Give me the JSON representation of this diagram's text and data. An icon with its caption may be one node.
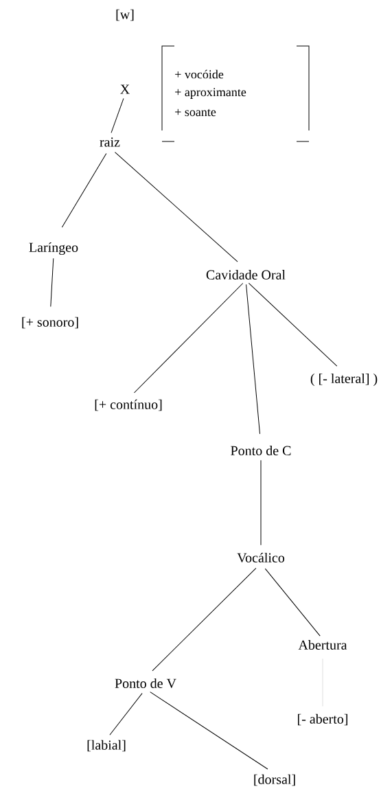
{
  "diagram": {
    "nodes": [
      {
        "text": [
          "X"
        ]
      },
      {
        "text": [
          "raiz"
        ]
      },
      {
        "text": [
          "Laríngeo"
        ]
      },
      {
        "text": [
          "[+ sonoro]"
        ]
      },
      {
        "text": [
          "Cavidade Oral"
        ]
      },
      {
        "text": [
          "[+ contínuo]"
        ]
      },
      {
        "text": [
          "(  [- lateral] )"
        ]
      },
      {
        "text": [
          "Ponto de C"
        ]
      },
      {
        "text": [
          "Vocálico"
        ]
      },
      {
        "text": [
          "Abertura"
        ]
      },
      {
        "text": [
          "Ponto de V"
        ]
      },
      {
        "text": [
          "[labial]"
        ]
      },
      {
        "text": [
          "[dorsal]"
        ]
      },
      {
        "text": [
          "[- aberto]"
        ]
      }
    ],
    "edges": [
      {
        "from": 0,
        "to": 1,
        "arrow": "none"
      },
      {
        "from": 1,
        "to": 2,
        "arrow": "none"
      },
      {
        "from": 1,
        "to": 4,
        "arrow": "none"
      },
      {
        "from": 2,
        "to": 3,
        "arrow": "none"
      },
      {
        "from": 4,
        "to": 5,
        "arrow": "none"
      },
      {
        "from": 4,
        "to": 7,
        "arrow": "none"
      },
      {
        "from": 4,
        "to": 6,
        "arrow": "none"
      },
      {
        "from": 7,
        "to": 8,
        "arrow": "none"
      },
      {
        "from": 8,
        "to": 10,
        "arrow": "none"
      },
      {
        "from": 8,
        "to": 9,
        "arrow": "none"
      },
      {
        "from": 9,
        "to": 13,
        "arrow": "none",
        "color": "#c8c8c8"
      },
      {
        "from": 10,
        "to": 11,
        "arrow": "none"
      },
      {
        "from": 10,
        "to": 12,
        "arrow": "none"
      }
    ],
    "labels": [
      "[w]",
      "+ vocóide",
      "+ aproximante",
      "+ soante"
    ]
  }
}
